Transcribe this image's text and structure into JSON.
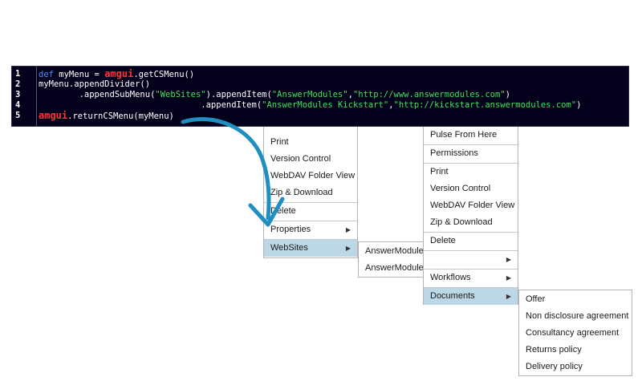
{
  "code": {
    "line_numbers": [
      "1",
      "2",
      "3",
      "4",
      "5"
    ],
    "line1": {
      "kw": "def",
      "a": " myMenu = ",
      "obj": "amgui",
      "b": ".getCSMenu()"
    },
    "line2": {
      "a": "myMenu.appendDivider()"
    },
    "line3": {
      "a": "        .appendSubMenu(",
      "s1": "\"WebSites\"",
      "b": ").appendItem(",
      "s2": "\"AnswerModules\"",
      "c": ",",
      "s3": "\"http://www.answermodules.com\"",
      "d": ")"
    },
    "line4": {
      "a": "                                .appendItem(",
      "s1": "\"AnswerModules Kickstart\"",
      "b": ",",
      "s2": "\"http://kickstart.answermodules.com\"",
      "c": ")"
    },
    "line5": {
      "obj": "amgui",
      "a": ".returnCSMenu(myMenu)"
    }
  },
  "menu_left": {
    "items": [
      "Print",
      "Version Control",
      "WebDAV Folder View",
      "Zip & Download",
      "Delete",
      "Properties",
      "WebSites"
    ]
  },
  "submenu_websites": {
    "items": [
      "AnswerModules",
      "AnswerModules Kickstart"
    ]
  },
  "menu_right": {
    "items": [
      "Pulse From Here",
      "Permissions",
      "Print",
      "Version Control",
      "WebDAV Folder View",
      "Zip & Download",
      "Delete",
      "Workflows",
      "Documents"
    ]
  },
  "submenu_documents": {
    "items": [
      "Offer",
      "Non disclosure agreement",
      "Consultancy agreement",
      "Returns policy",
      "Delivery policy"
    ]
  },
  "colors": {
    "code_bg": "#04001c",
    "keyword": "#4a8cff",
    "object": "#ff3232",
    "string": "#3ee25a",
    "highlight": "#bcd7e6",
    "arrow": "#1e8fc0"
  },
  "icons": {
    "submenu_arrow": "triangle-right-icon",
    "flow_arrow": "curved-arrow-icon"
  }
}
